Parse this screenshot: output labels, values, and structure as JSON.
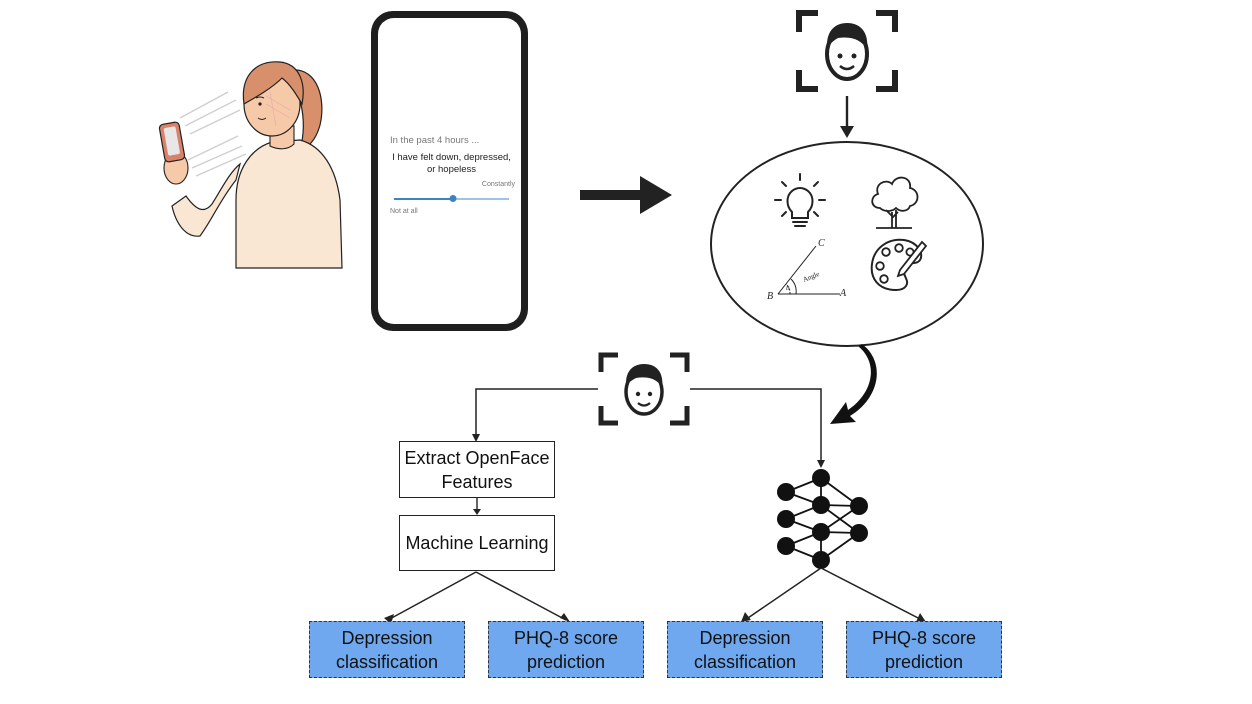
{
  "survey": {
    "prompt_prefix": "In the past 4 hours ...",
    "question": "I have felt down, depressed, or hopeless",
    "scale_min_label": "Not at all",
    "scale_max_label": "Constantly",
    "slider_value_fraction": 0.51
  },
  "geometry_illustration": {
    "point_c": "C",
    "point_b": "B",
    "point_a": "A",
    "angle_label": "Angle",
    "angle_symbol": "b"
  },
  "pipeline": {
    "step_extract": "Extract OpenFace Features",
    "step_ml": "Machine Learning",
    "outputs_left": [
      "Depression classification",
      "PHQ-8 score prediction"
    ],
    "outputs_right": [
      "Depression classification",
      "PHQ-8 score prediction"
    ]
  },
  "colors": {
    "output_fill": "#6fa8ef",
    "slider_accent": "#3c83c6",
    "phone_frame": "#1f1f1f"
  },
  "icons": [
    "person-with-phone-illustration",
    "smartphone",
    "right-arrow",
    "face-scan-icon",
    "lightbulb-icon",
    "tree-icon",
    "angle-diagram-icon",
    "palette-icon",
    "curved-arrow",
    "neural-network-icon"
  ]
}
